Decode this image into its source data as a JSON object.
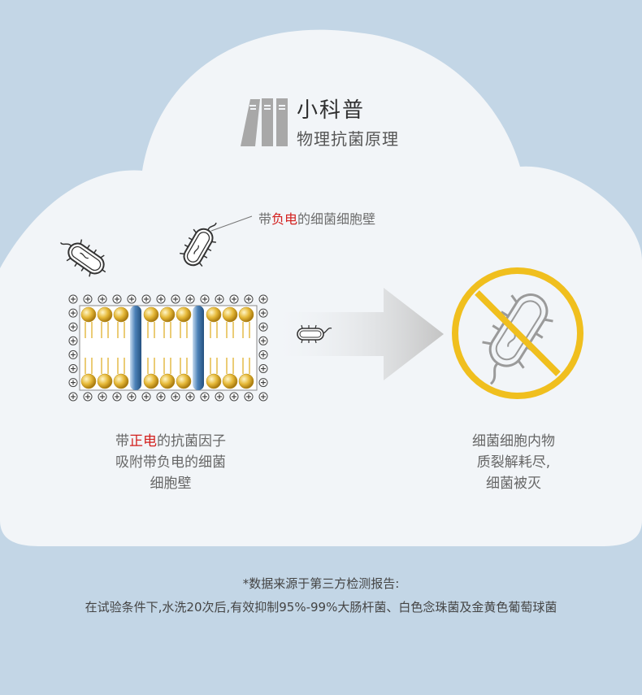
{
  "header": {
    "title": "小科普",
    "subtitle": "物理抗菌原理"
  },
  "bacteria_label": {
    "prefix": "带",
    "highlight": "负电",
    "suffix": "的细菌细胞壁"
  },
  "left_caption": {
    "line1_prefix": "带",
    "line1_highlight": "正电",
    "line1_suffix": "的抗菌因子",
    "line2": "吸附带负电的细菌",
    "line3": "细胞壁"
  },
  "right_caption": {
    "line1": "细菌细胞内物",
    "line2": "质裂解耗尽,",
    "line3": "细菌被灭"
  },
  "footnote": {
    "line1": "*数据来源于第三方检测报告:",
    "line2": "在试验条件下,水洗20次后,有效抑制95%-99%大肠杆菌、白色念珠菌及金黄色葡萄球菌"
  },
  "colors": {
    "background": "#c3d6e6",
    "cloud": "#f2f5f8",
    "highlight_red": "#d3201e",
    "forbidden_yellow": "#f0bf1e",
    "lipid_gold": "#e3b534",
    "channel_blue": "#3f76ad"
  },
  "icons": [
    "books-icon",
    "bacteria-icon",
    "membrane-diagram",
    "arrow-right-icon",
    "no-bacteria-icon"
  ]
}
